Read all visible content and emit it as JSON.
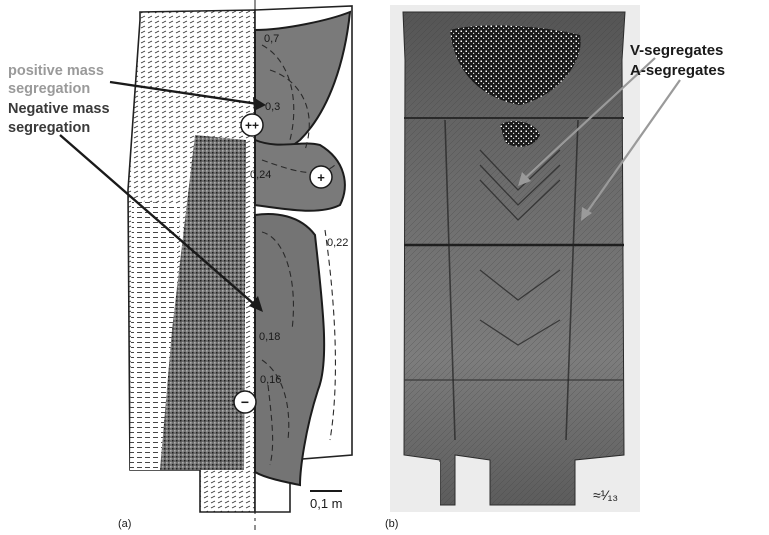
{
  "panel_a": {
    "caption": "(a)",
    "zone_labels": {
      "top": "0,7",
      "upper": "0,3",
      "mid": "0,24",
      "right": "0,22",
      "lower1": "0,18",
      "lower2": "0,16"
    },
    "markers": {
      "double_plus": "++",
      "plus": "+",
      "minus": "−"
    },
    "scale_bar": "0,1 m",
    "annotations": {
      "positive_line1": "positive mass",
      "positive_line2": "segregation",
      "negative_line1": "Negative mass",
      "negative_line2": "segregation"
    },
    "colors": {
      "positive_text": "#9a9a9a",
      "negative_text": "#3a3a3a",
      "segregation_fill": "#7a7a7a"
    }
  },
  "panel_b": {
    "caption": "(b)",
    "labels": {
      "v_segregates": "V-segregates",
      "a_segregates": "A-segregates"
    },
    "scale_text": "≈¹⁄₁₃"
  }
}
